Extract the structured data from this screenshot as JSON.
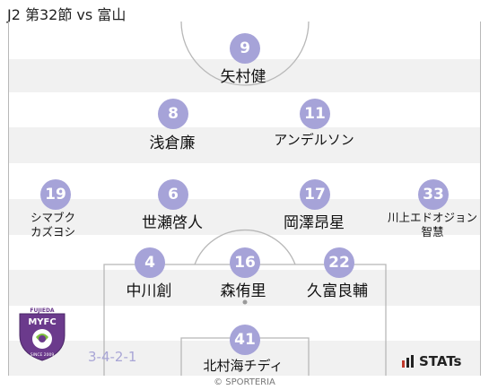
{
  "header": {
    "title": "J2 第32節 vs 富山"
  },
  "formation": "3-4-2-1",
  "players": {
    "p9": {
      "number": "9",
      "name": "矢村健"
    },
    "p8": {
      "number": "8",
      "name": "浅倉廉"
    },
    "p11": {
      "number": "11",
      "name": "アンデルソン"
    },
    "p19": {
      "number": "19",
      "name_line1": "シマブク",
      "name_line2": "カズヨシ"
    },
    "p6": {
      "number": "6",
      "name": "世瀬啓人"
    },
    "p17": {
      "number": "17",
      "name": "岡澤昂星"
    },
    "p33": {
      "number": "33",
      "name_line1": "川上エドオジョン",
      "name_line2": "智慧"
    },
    "p4": {
      "number": "4",
      "name": "中川創"
    },
    "p16": {
      "number": "16",
      "name": "森侑里"
    },
    "p22": {
      "number": "22",
      "name": "久富良輔"
    },
    "p41": {
      "number": "41",
      "name": "北村海チディ"
    }
  },
  "logo": {
    "top_text": "FUJIEDA",
    "letters": "MYFC",
    "bottom_text": "SINCE 2009"
  },
  "stats_logo": "STATs",
  "copyright": "© SPORTERIA",
  "colors": {
    "player_circle": "#a6a3d8",
    "stripe_light": "#f1f1f1",
    "pitch_line": "#b8b8b8",
    "club_purple": "#6b3a8c"
  }
}
